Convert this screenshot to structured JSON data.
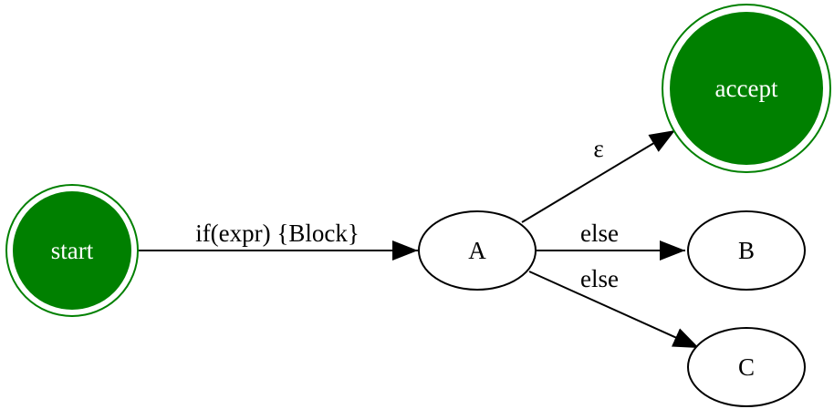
{
  "colors": {
    "accent": "#008000",
    "line": "#000000",
    "node_fill": "#ffffff",
    "accent_text": "#ffffff"
  },
  "nodes": {
    "start": {
      "label": "start"
    },
    "accept": {
      "label": "accept"
    },
    "a": {
      "label": "A"
    },
    "b": {
      "label": "B"
    },
    "c": {
      "label": "C"
    }
  },
  "edges": {
    "start_to_a": {
      "label": "if(expr) {Block}"
    },
    "a_to_accept": {
      "label": "ε"
    },
    "a_to_b": {
      "label": "else"
    },
    "a_to_c": {
      "label": "else"
    }
  }
}
